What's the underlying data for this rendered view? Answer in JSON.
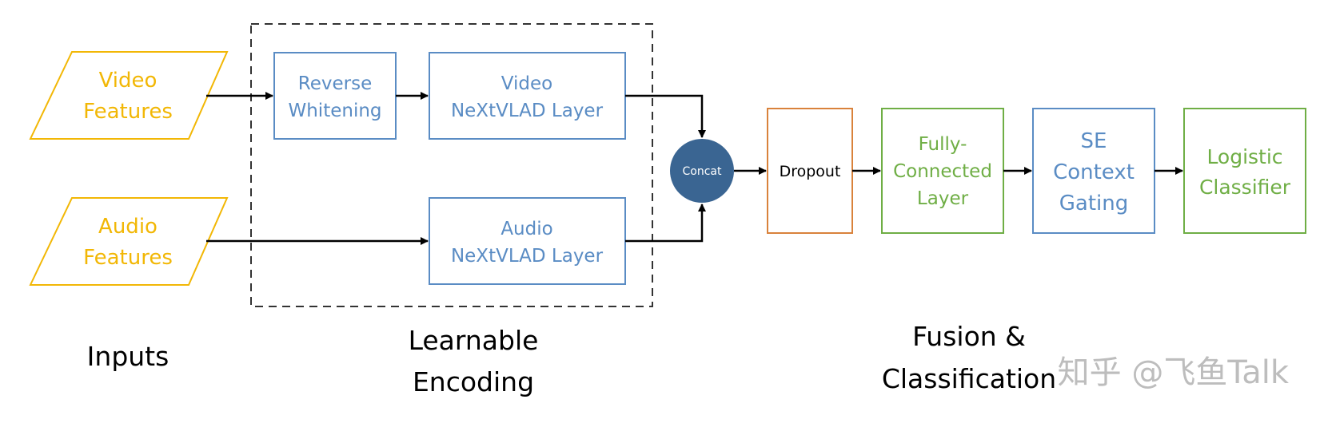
{
  "inputs": {
    "video": {
      "line1": "Video",
      "line2": "Features"
    },
    "audio": {
      "line1": "Audio",
      "line2": "Features"
    }
  },
  "encoding": {
    "reverse_whitening": {
      "line1": "Reverse",
      "line2": "Whitening"
    },
    "video_nextvlad": {
      "line1": "Video",
      "line2": "NeXtVLAD Layer"
    },
    "audio_nextvlad": {
      "line1": "Audio",
      "line2": "NeXtVLAD Layer"
    }
  },
  "concat": {
    "label": "Concat"
  },
  "fusion": {
    "dropout": {
      "label": "Dropout"
    },
    "fully_connected": {
      "line1": "Fully-",
      "line2": "Connected",
      "line3": "Layer"
    },
    "se_context_gating": {
      "line1": "SE",
      "line2": "Context",
      "line3": "Gating"
    },
    "logistic_classifier": {
      "line1": "Logistic",
      "line2": "Classifier"
    }
  },
  "section_labels": {
    "inputs": "Inputs",
    "encoding_line1": "Learnable",
    "encoding_line2": "Encoding",
    "fusion_line1": "Fusion &",
    "fusion_line2": "Classification"
  },
  "watermark": "知乎 @飞鱼Talk",
  "colors": {
    "input_yellow": "#f2b705",
    "encoder_blue": "#5a8cc4",
    "fc_green": "#6fae45",
    "dropout_orange": "#d9823b",
    "concat_fill": "#3a6592"
  }
}
